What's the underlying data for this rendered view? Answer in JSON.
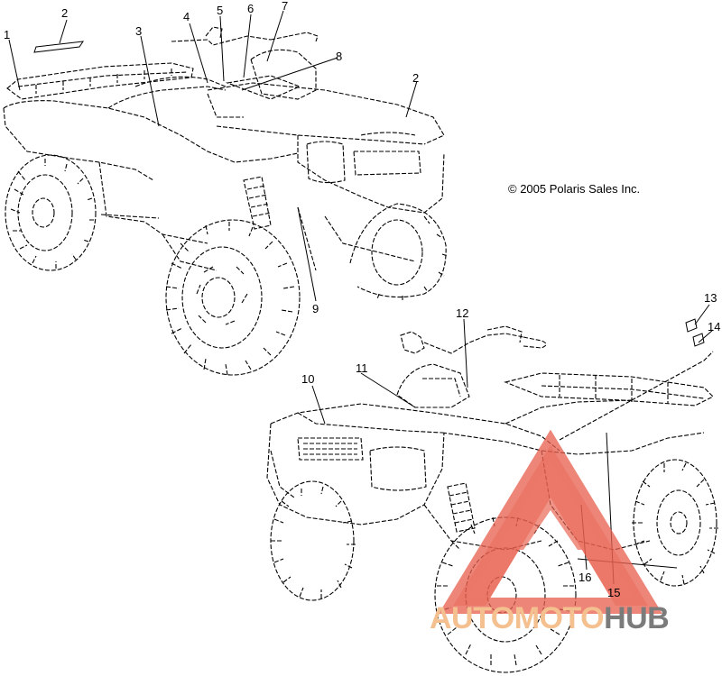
{
  "copyright": "© 2005 Polaris Sales Inc.",
  "callouts": [
    "1",
    "2",
    "3",
    "4",
    "5",
    "6",
    "7",
    "8",
    "2",
    "9",
    "12",
    "13",
    "14",
    "10",
    "11",
    "16",
    "15"
  ],
  "watermark": {
    "part1": "AUTOMOTO",
    "part2": "HUB"
  },
  "colors": {
    "line": "#000000",
    "watermark_red": "#e8614f",
    "watermark_orange": "#f4c08f",
    "watermark_gray": "#7b7b7b"
  }
}
